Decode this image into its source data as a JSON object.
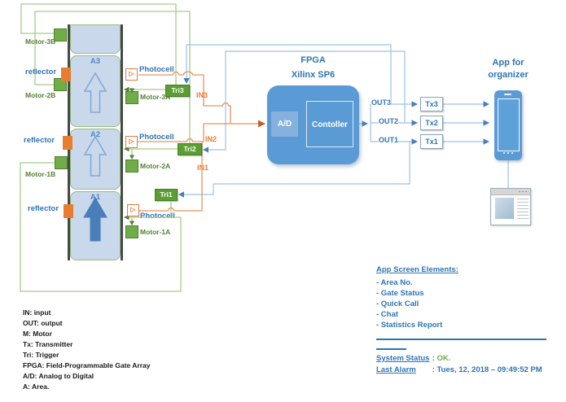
{
  "colors": {
    "label_blue": "#2e74b5",
    "label_green": "#538135",
    "label_orange": "#ed7d31",
    "wire_blue": "#9cc2e5",
    "wire_green": "#a9c98c",
    "wire_orange": "#e8935c",
    "fpga_fill": "#5b9bd5",
    "trigger_fill": "#5b9f33",
    "motor_fill": "#71ad47",
    "reflector_fill": "#e87c31",
    "status_ok_green": "#70ad47"
  },
  "left_stack": {
    "areas": [
      "A3",
      "A2",
      "A1"
    ],
    "motors_b": [
      "Motor-3B",
      "Motor-2B",
      "Motor-1B"
    ],
    "reflectors": [
      "reflector",
      "reflector",
      "reflector"
    ],
    "photocells": [
      "Photocell",
      "Photocell",
      "Photocell"
    ],
    "motors_a": [
      "Motor-3A",
      "Motor-2A",
      "Motor-1A"
    ]
  },
  "triggers": [
    "Tri3",
    "Tri2",
    "Tri1"
  ],
  "inputs": [
    "IN3",
    "IN2",
    "IN1"
  ],
  "fpga": {
    "title": "FPGA",
    "subtitle": "Xilinx SP6",
    "adc_label": "A/D",
    "controller_label": "Contoller"
  },
  "outputs": [
    "OUT3",
    "OUT2",
    "OUT1"
  ],
  "transmitters": [
    "Tx3",
    "Tx2",
    "Tx1"
  ],
  "app": {
    "title_line1": "App for",
    "title_line2": "organizer"
  },
  "legend": [
    "IN: input",
    "OUT: output",
    "M: Motor",
    "Tx: Transmitter",
    "Tri: Trigger",
    "FPGA: Field-Programmable Gate Array",
    "A/D: Analog to Digital",
    "A: Area."
  ],
  "app_screen": {
    "heading": "App Screen Elements:",
    "items": [
      "- Area No.",
      "- Gate Status",
      "- Quick Call",
      "- Chat",
      "- Statistics Report"
    ]
  },
  "status": {
    "system_label": "System Status",
    "system_sep": ":",
    "system_value": "OK.",
    "alarm_label": "Last Alarm",
    "alarm_value": ": Tues, 12, 2018 – 09:49:52 PM"
  }
}
